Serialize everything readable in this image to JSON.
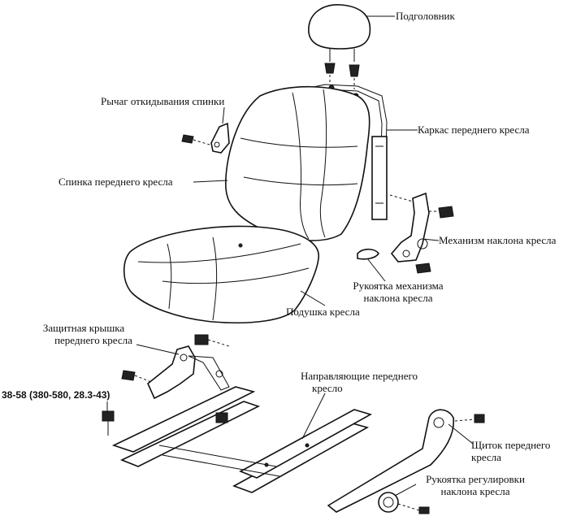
{
  "labels": {
    "headrest": "Подголовник",
    "backrest_lever": "Рычаг откидывания спинки",
    "frame": "Каркас переднего кресла",
    "backrest": "Спинка переднего кресла",
    "recline_mechanism": "Механизм наклона кресла",
    "recline_handle_1": "Рукоятка механизма",
    "recline_handle_2": "наклона кресла",
    "cushion": "Подушка кресла",
    "cover_1": "Защитная крышка",
    "cover_2": "переднего кресла",
    "torque": "38-58 (380-580, 28.3-43)",
    "rails_1": "Направляющие переднего",
    "rails_2": "кресло",
    "shield_1": "Щиток переднего",
    "shield_2": "кресла",
    "adjust_knob_1": "Рукоятка регулировки",
    "adjust_knob_2": "наклона кресла"
  }
}
